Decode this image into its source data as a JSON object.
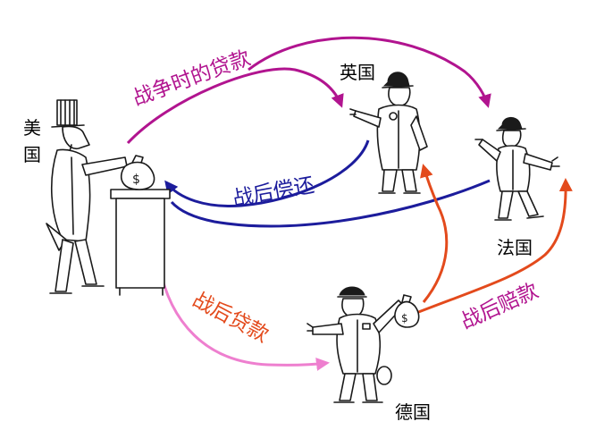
{
  "countries": {
    "usa": "美国",
    "uk": "英国",
    "france": "法国",
    "germany": "德国"
  },
  "flows": {
    "war_loans": {
      "label": "战争时的贷款",
      "color": "#b1148f"
    },
    "repayment": {
      "label": "战后偿还",
      "color": "#1c1c9c"
    },
    "postwar_loans": {
      "label": "战后贷款",
      "color": "#e34a1c"
    },
    "reparations": {
      "label": "战后赔款",
      "color": "#b1148f"
    }
  },
  "colors": {
    "war_loans_arrow": "#b1148f",
    "repayment_arrow": "#1c1c9c",
    "postwar_loans_arrow": "#ee7fcf",
    "reparations_arrow": "#e34a1c",
    "to_uk_arrow": "#e34a1c"
  },
  "icons": {
    "money_bag": "$"
  }
}
